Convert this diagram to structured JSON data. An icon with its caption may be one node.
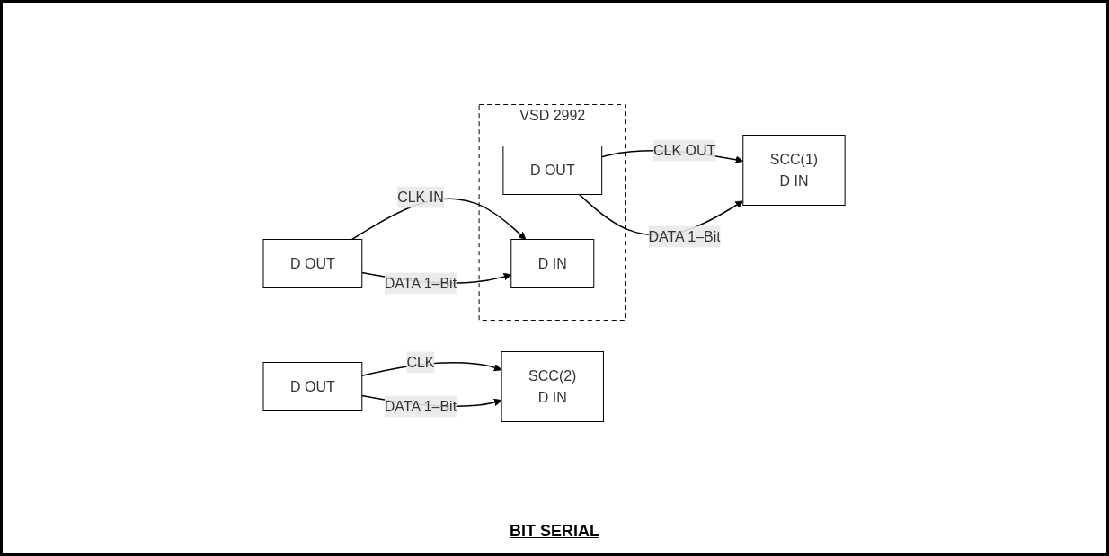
{
  "diagram": {
    "title": "BIT SERIAL",
    "nodes": [
      {
        "text": [
          "VSD 2992"
        ]
      },
      {
        "text": [
          "D OUT"
        ],
        "in": 0
      },
      {
        "text": [
          "D IN"
        ],
        "in": 0
      },
      {
        "text": [
          "SCC(1)",
          "D IN"
        ]
      },
      {
        "text": [
          "SCC(2)",
          "D IN"
        ]
      },
      {
        "text": [
          "D OUT"
        ]
      },
      {
        "text": [
          "D OUT"
        ]
      }
    ],
    "edges": [
      {
        "from": 1,
        "to": 3,
        "arrow": "to",
        "label": "CLK OUT"
      },
      {
        "from": 1,
        "to": 3,
        "arrow": "to",
        "label": "DATA 1–Bit"
      },
      {
        "from": 5,
        "to": 4,
        "arrow": "to",
        "label": "CLK"
      },
      {
        "from": 5,
        "to": 4,
        "arrow": "to",
        "label": "DATA 1–Bit"
      },
      {
        "from": 6,
        "to": 2,
        "arrow": "to",
        "label": "CLK IN"
      },
      {
        "from": 6,
        "to": 2,
        "arrow": "to",
        "label": "DATA 1–Bit"
      }
    ]
  }
}
